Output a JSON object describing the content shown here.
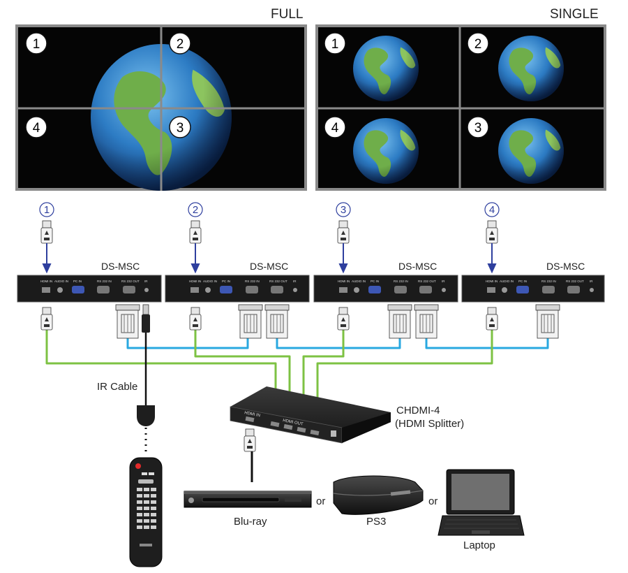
{
  "walls": {
    "full_label": "FULL",
    "single_label": "SINGLE",
    "full_screen_numbers": [
      "1",
      "2",
      "4",
      "3"
    ],
    "single_screen_numbers": [
      "1",
      "2",
      "4",
      "3"
    ]
  },
  "controllers": {
    "channel_numbers": [
      "1",
      "2",
      "3",
      "4"
    ],
    "model": "DS-MSC",
    "port_labels": [
      "HDMI IN",
      "AUDIO IN",
      "PC IN",
      "RS 232 IN",
      "RS 232 OUT",
      "IR"
    ]
  },
  "splitter": {
    "name": "CHDMI-4",
    "subtitle": "(HDMI Splitter)",
    "port_in": "HDMI IN",
    "port_out": "HDMI OUT"
  },
  "ir": {
    "label": "IR  Cable"
  },
  "sources": {
    "bluray": "Blu-ray",
    "ps3": "PS3",
    "laptop": "Laptop",
    "or_1": "or",
    "or_2": "or"
  },
  "colors": {
    "hdmi_wire": "#7dc243",
    "rs232_wire": "#29a8e0",
    "arrow": "#2e3f9e",
    "screen_bg": "#050505",
    "bezel": "#8a8a8a"
  }
}
